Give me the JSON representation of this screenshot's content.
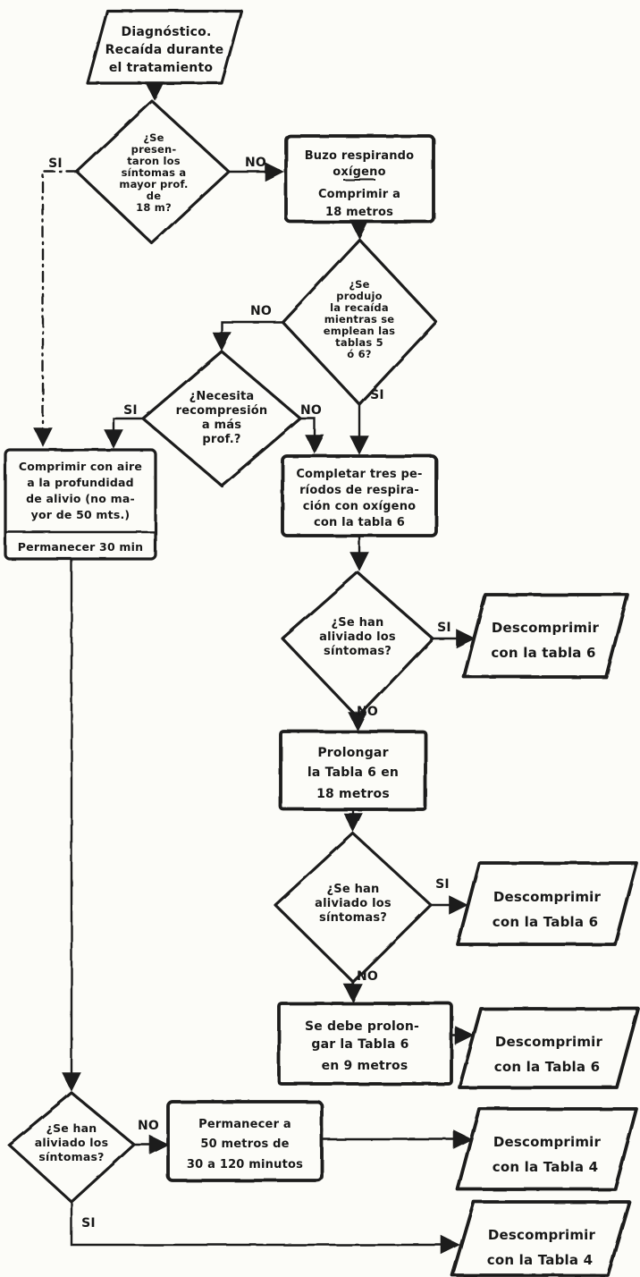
{
  "flowchart": {
    "language": "es",
    "colors": {
      "ink": "#1c1c1c",
      "paper": "#fcfcf8"
    },
    "nodes": {
      "start": {
        "shape": "parallelogram",
        "lines": [
          "Diagnóstico.",
          "Recaída durante",
          "el tratamiento"
        ]
      },
      "q_depth": {
        "shape": "decision",
        "lines": [
          "¿Se",
          "presen-",
          "taron los",
          "síntomas a",
          "mayor prof.",
          "de",
          "18 m?"
        ]
      },
      "box_oxygen": {
        "shape": "process",
        "lines": [
          "Buzo respirando",
          "oxígeno",
          "Comprimir a",
          "18 metros"
        ]
      },
      "q_tables": {
        "shape": "decision",
        "lines": [
          "¿Se",
          "produjo",
          "la recaída",
          "mientras se",
          "emplean las",
          "tablas 5",
          "ó 6?"
        ]
      },
      "q_recompress": {
        "shape": "decision",
        "lines": [
          "¿Necesita",
          "recompresión",
          "a más",
          "prof.?"
        ]
      },
      "box_air": {
        "shape": "process",
        "lines": [
          "Comprimir con aire",
          "a la profundidad",
          "de alivio (no ma-",
          "yor de 50 mts.)"
        ],
        "footer": "Permanecer 30 min"
      },
      "box_periods": {
        "shape": "process",
        "lines": [
          "Completar tres pe-",
          "ríodos de respira-",
          "ción con oxígeno",
          "con la tabla 6"
        ]
      },
      "q_relief1": {
        "shape": "decision",
        "lines": [
          "¿Se han",
          "aliviado los",
          "síntomas?"
        ]
      },
      "out_t6_1": {
        "shape": "parallelogram",
        "lines": [
          "Descomprimir",
          "con la tabla 6"
        ]
      },
      "box_extend18": {
        "shape": "process",
        "lines": [
          "Prolongar",
          "la Tabla 6 en",
          "18 metros"
        ]
      },
      "q_relief2": {
        "shape": "decision",
        "lines": [
          "¿Se han",
          "aliviado los",
          "síntomas?"
        ]
      },
      "out_t6_2": {
        "shape": "parallelogram",
        "lines": [
          "Descomprimir",
          "con la Tabla 6"
        ]
      },
      "box_extend9": {
        "shape": "process",
        "lines": [
          "Se debe prolon-",
          "gar la Tabla 6",
          "en 9 metros"
        ]
      },
      "out_t6_3": {
        "shape": "parallelogram",
        "lines": [
          "Descomprimir",
          "con la Tabla 6"
        ]
      },
      "q_relief3": {
        "shape": "decision",
        "lines": [
          "¿Se han",
          "aliviado los",
          "síntomas?"
        ]
      },
      "box_stay50": {
        "shape": "process",
        "lines": [
          "Permanecer a",
          "50 metros de",
          "30 a 120 minutos"
        ]
      },
      "out_t4_1": {
        "shape": "parallelogram",
        "lines": [
          "Descomprimir",
          "con la Tabla 4"
        ]
      },
      "out_t4_2": {
        "shape": "parallelogram",
        "lines": [
          "Descomprimir",
          "con la Tabla 4"
        ]
      }
    },
    "edges": [
      {
        "from": "start",
        "to": "q_depth",
        "label": ""
      },
      {
        "from": "q_depth",
        "to": "box_air",
        "label": "SI"
      },
      {
        "from": "q_depth",
        "to": "box_oxygen",
        "label": "NO"
      },
      {
        "from": "box_oxygen",
        "to": "q_tables",
        "label": ""
      },
      {
        "from": "q_tables",
        "to": "q_recompress",
        "label": "NO"
      },
      {
        "from": "q_tables",
        "to": "box_periods",
        "label": "SI"
      },
      {
        "from": "q_recompress",
        "to": "box_air",
        "label": "SI"
      },
      {
        "from": "q_recompress",
        "to": "box_periods",
        "label": "NO"
      },
      {
        "from": "box_air",
        "to": "q_relief3",
        "label": ""
      },
      {
        "from": "box_periods",
        "to": "q_relief1",
        "label": ""
      },
      {
        "from": "q_relief1",
        "to": "out_t6_1",
        "label": "SI"
      },
      {
        "from": "q_relief1",
        "to": "box_extend18",
        "label": "NO"
      },
      {
        "from": "box_extend18",
        "to": "q_relief2",
        "label": ""
      },
      {
        "from": "q_relief2",
        "to": "out_t6_2",
        "label": "SI"
      },
      {
        "from": "q_relief2",
        "to": "box_extend9",
        "label": "NO"
      },
      {
        "from": "box_extend9",
        "to": "out_t6_3",
        "label": ""
      },
      {
        "from": "q_relief3",
        "to": "box_stay50",
        "label": "NO"
      },
      {
        "from": "box_stay50",
        "to": "out_t4_1",
        "label": ""
      },
      {
        "from": "q_relief3",
        "to": "out_t4_2",
        "label": "SI"
      }
    ]
  }
}
